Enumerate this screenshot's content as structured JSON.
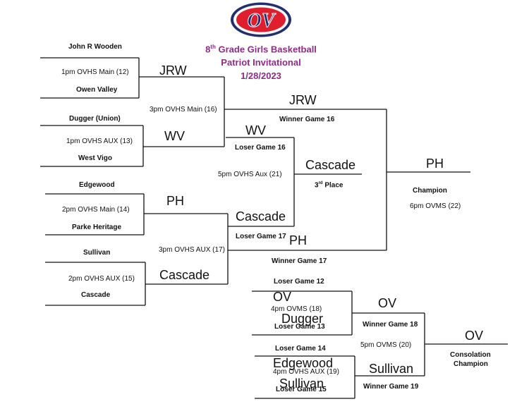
{
  "header": {
    "logo_text": "OV",
    "title_grade_num": "8",
    "title_grade_sup": "th",
    "title_grade_rest": " Grade Girls Basketball",
    "title_event": "Patriot Invitational",
    "title_date": "1/28/2023"
  },
  "colors": {
    "logo_red": "#e01e2e",
    "logo_navy": "#232e6e",
    "title_purple": "#8e2c86"
  },
  "round1": [
    {
      "team_top": "John R Wooden",
      "game": "1pm OVHS Main (12)",
      "team_bottom": "Owen Valley"
    },
    {
      "team_top": "Dugger (Union)",
      "game": "1pm OVHS AUX (13)",
      "team_bottom": "West Vigo"
    },
    {
      "team_top": "Edgewood",
      "game": "2pm OVHS Main (14)",
      "team_bottom": "Parke Heritage"
    },
    {
      "team_top": "Sullivan",
      "game": "2pm OVHS AUX (15)",
      "team_bottom": "Cascade"
    }
  ],
  "round2": {
    "g16_top_winner": "JRW",
    "g16_game": "3pm OVHS Main (16)",
    "g16_bottom_winner": "WV",
    "g17_top_winner": "PH",
    "g17_game": "3pm OVHS AUX (17)",
    "g17_bottom_winner": "Cascade"
  },
  "final": {
    "top_team": "JRW",
    "top_label": "Winner Game 16",
    "bottom_team": "PH",
    "bottom_label": "Winner Game 17",
    "champion_team": "PH",
    "champion_label": "Champion",
    "game": "6pm OVMS (22)"
  },
  "third_place": {
    "top_team": "WV",
    "top_label": "Loser Game 16",
    "game": "5pm OVHS Aux (21)",
    "bottom_team": "Cascade",
    "bottom_label": "Loser Game 17",
    "winner_team": "Cascade",
    "label_num": "3",
    "label_sup": "rd",
    "label_rest": " Place"
  },
  "consolation": {
    "g18_top_label": "Loser Game 12",
    "g18_top_team": "OV",
    "g18_game": "4pm OVMS (18)",
    "g18_bottom_team": "Dugger",
    "g18_bottom_label": "Loser Game 13",
    "g19_top_label": "Loser Game 14",
    "g19_top_team": "Edgewood",
    "g19_game": "4pm OVHS AUX (19)",
    "g19_bottom_team": "Sullivan",
    "g19_bottom_label": "Loser Game 15",
    "g18_winner_team": "OV",
    "g18_winner_label": "Winner Game 18",
    "g20_game": "5pm OVMS (20)",
    "g19_winner_team": "Sullivan",
    "g19_winner_label": "Winner Game 19",
    "champion_team": "OV",
    "champion_label_1": "Consolation",
    "champion_label_2": "Champion"
  }
}
